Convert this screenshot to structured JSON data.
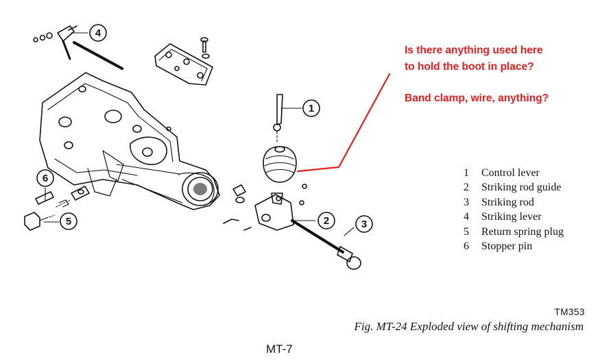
{
  "question": {
    "line1": "Is there anything used here",
    "line2": "to hold the boot in place?",
    "line3": "Band clamp, wire, anything?"
  },
  "callouts": [
    "1",
    "2",
    "3",
    "4",
    "5",
    "6"
  ],
  "legend": [
    {
      "num": "1",
      "label": "Control lever"
    },
    {
      "num": "2",
      "label": "Striking rod guide"
    },
    {
      "num": "3",
      "label": "Striking rod"
    },
    {
      "num": "4",
      "label": "Striking lever"
    },
    {
      "num": "5",
      "label": "Return spring plug"
    },
    {
      "num": "6",
      "label": "Stopper pin"
    }
  ],
  "tm_code": "TM353",
  "caption": "Fig. MT-24  Exploded view of shifting mechanism",
  "page_number": "MT-7",
  "colors": {
    "annotation": "#e02020",
    "ink": "#111111"
  }
}
